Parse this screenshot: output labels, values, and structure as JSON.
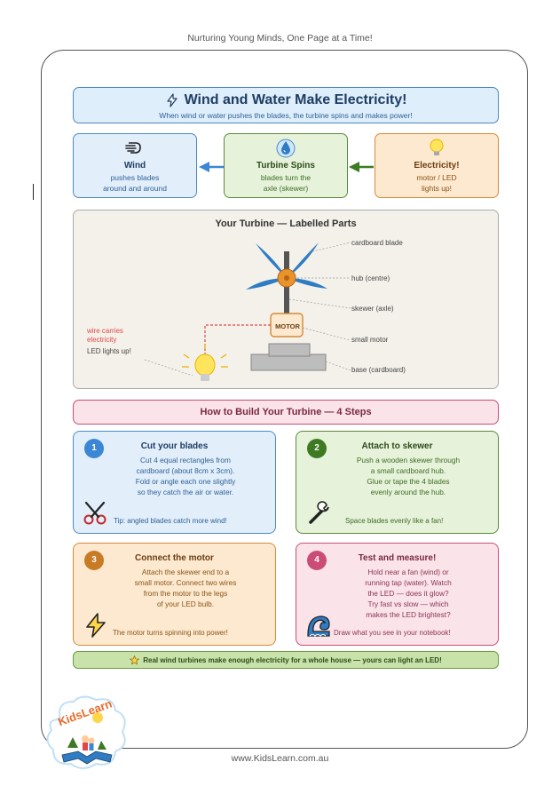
{
  "header": {
    "tagline": "Nurturing Young Minds, One Page at a Time!"
  },
  "title": {
    "text": "Wind and Water Make Electricity!",
    "subtitle": "When wind or water pushes the blades, the turbine spins and makes power!",
    "icon": "lightning-icon"
  },
  "flow": [
    {
      "heading": "Wind",
      "body_line1": "pushes blades",
      "body_line2": "around and around",
      "icon": "wind-icon"
    },
    {
      "heading": "Turbine Spins",
      "body_line1": "blades turn the",
      "body_line2": "axle (skewer)",
      "icon": "water-drop-icon"
    },
    {
      "heading": "Electricity!",
      "body_line1": "motor / LED",
      "body_line2": "lights up!",
      "icon": "light-bulb-icon"
    }
  ],
  "diagram": {
    "title": "Your Turbine — Labelled Parts",
    "labels": {
      "blade": "cardboard blade",
      "hub": "hub (centre)",
      "skewer": "skewer (axle)",
      "motor": "small motor",
      "base": "base (cardboard)",
      "motor_box": "MOTOR",
      "wire_line1": "wire carries",
      "wire_line2": "electricity",
      "led": "LED lights up!"
    }
  },
  "steps_title": "How to Build Your Turbine — 4 Steps",
  "steps": [
    {
      "num": "1",
      "heading": "Cut your blades",
      "lines": [
        "Cut 4 equal rectangles from",
        "cardboard (about 8cm x 3cm).",
        "Fold or angle each one slightly",
        "so they catch the air or water."
      ],
      "tip": "Tip: angled blades catch more wind!",
      "icon": "scissors-icon"
    },
    {
      "num": "2",
      "heading": "Attach to skewer",
      "lines": [
        "Push a wooden skewer through",
        "a small cardboard hub.",
        "Glue or tape the 4 blades",
        "evenly around the hub."
      ],
      "tip": "Space blades evenly like a fan!",
      "icon": "wrench-icon"
    },
    {
      "num": "3",
      "heading": "Connect the motor",
      "lines": [
        "Attach the skewer end to a",
        "small motor. Connect two wires",
        "from the motor to the legs",
        "of your LED bulb."
      ],
      "tip": "The motor turns spinning into power!",
      "icon": "lightning-icon"
    },
    {
      "num": "4",
      "heading": "Test and measure!",
      "lines": [
        "Hold near a fan (wind) or",
        "running tap (water). Watch",
        "the LED — does it glow?",
        "Try fast vs slow — which",
        "makes the LED brightest?"
      ],
      "tip": "Draw what you see in your notebook!",
      "icon": "wave-icon"
    }
  ],
  "fun_fact": "Real wind turbines make enough electricity for a whole house — yours can light an LED!",
  "logo": {
    "text": "KidsLearn"
  },
  "footer": {
    "url": "www.KidsLearn.com.au"
  },
  "colors": {
    "blue": "#4a8ac6",
    "green": "#5a8a3a",
    "orange": "#d48a37",
    "pink": "#c94d77",
    "blade_blue": "#2e7cc4",
    "hub_orange": "#e8932b"
  }
}
